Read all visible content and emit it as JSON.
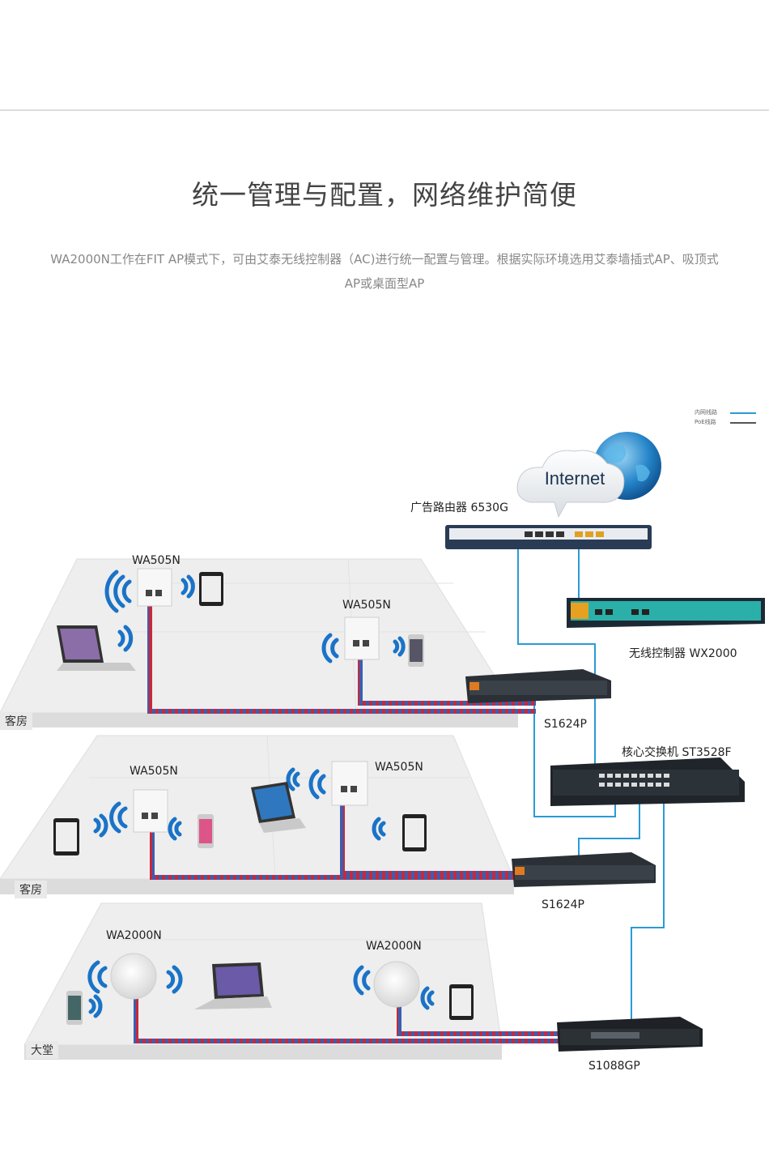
{
  "page": {
    "title": "统一管理与配置，网络维护简便",
    "description_line1": "WA2000N工作在FIT AP模式下，可由艾泰无线控制器（AC)进行统一配置与管理。根据实际环境选用艾泰墙插式AP、吸顶式",
    "description_line2": "AP或桌面型AP"
  },
  "legend": {
    "items": [
      {
        "label": "内网线路",
        "color": "#2a9bd6"
      },
      {
        "label": "PoE线路",
        "color": "#555555"
      }
    ]
  },
  "diagram": {
    "internet_label": "Internet",
    "router_label": "广告路由器 6530G",
    "controller_label": "无线控制器 WX2000",
    "core_switch_label": "核心交换机 ST3528F",
    "switch1_label": "S1624P",
    "switch2_label": "S1624P",
    "switch3_label": "S1088GP",
    "floor1": {
      "name": "客房",
      "ap_left": "WA505N",
      "ap_right": "WA505N"
    },
    "floor2": {
      "name": "客房",
      "ap_left": "WA505N",
      "ap_right": "WA505N"
    },
    "floor3": {
      "name": "大堂",
      "ap_left": "WA2000N",
      "ap_right": "WA2000N"
    }
  },
  "colors": {
    "lan_line": "#2a9bd6",
    "poe_red": "#c8283c",
    "poe_blue": "#3a5fb0",
    "wifi_blue": "#1a73c7",
    "floor": "#ededed"
  }
}
